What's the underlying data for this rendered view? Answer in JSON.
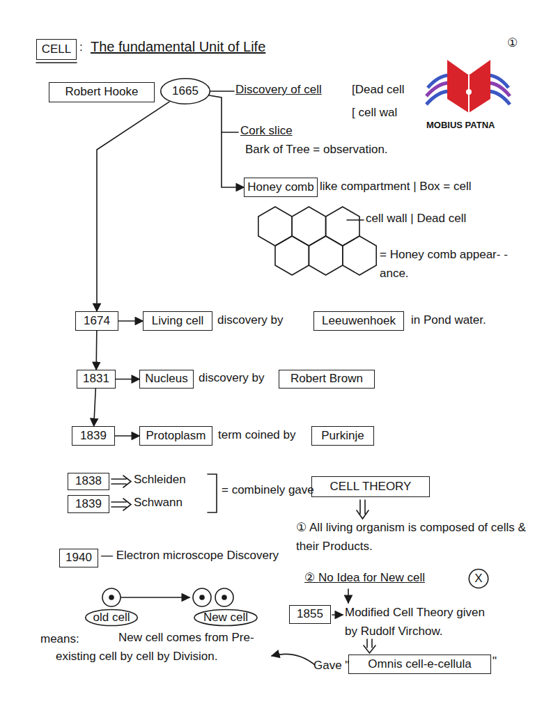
{
  "diagram": {
    "title": "The fundamental Unit of Life",
    "nodes": [
      {
        "text": [
          "CELL"
        ]
      },
      {
        "text": [
          "Robert Hooke"
        ]
      },
      {
        "text": [
          "1665"
        ]
      },
      {
        "text": [
          "Honey comb"
        ]
      },
      {
        "text": [
          "1674"
        ]
      },
      {
        "text": [
          "Living cell"
        ]
      },
      {
        "text": [
          "Leeuwenhoek"
        ]
      },
      {
        "text": [
          "1831"
        ]
      },
      {
        "text": [
          "Nucleus"
        ]
      },
      {
        "text": [
          "Robert Brown"
        ]
      },
      {
        "text": [
          "1839"
        ]
      },
      {
        "text": [
          "Protoplasm"
        ]
      },
      {
        "text": [
          "Purkinje"
        ]
      },
      {
        "text": [
          "1838"
        ]
      },
      {
        "text": [
          "1839"
        ]
      },
      {
        "text": [
          "CELL THEORY"
        ]
      },
      {
        "text": [
          "1940"
        ]
      },
      {
        "text": [
          "X"
        ]
      },
      {
        "text": [
          "1855"
        ]
      },
      {
        "text": [
          "old cell"
        ]
      },
      {
        "text": [
          "New cell"
        ]
      },
      {
        "text": [
          "Omnis cell-e-cellula"
        ]
      }
    ],
    "edges": [
      {
        "from": 2,
        "to": 3,
        "arrow": "to"
      },
      {
        "from": 2,
        "to": 4,
        "arrow": "to"
      },
      {
        "from": 4,
        "to": 5,
        "arrow": "to"
      },
      {
        "from": 4,
        "to": 7,
        "arrow": "to"
      },
      {
        "from": 7,
        "to": 8,
        "arrow": "to"
      },
      {
        "from": 7,
        "to": 10,
        "arrow": "to"
      },
      {
        "from": 10,
        "to": 11,
        "arrow": "to"
      }
    ],
    "labels": [
      ":",
      "①",
      "MOBIUS PATNA",
      "Discovery of cell",
      "[Dead cell",
      "[ cell wal",
      "Cork slice",
      "Bark of Tree = observation.",
      "like compartment | Box = cell",
      "cell wall | Dead cell",
      "= Honey comb appear- -ance.",
      "discovery by",
      "in Pond water.",
      "discovery by",
      "term coined by",
      "Schleiden",
      "Schwann",
      "= combinely gave",
      "① All living organism is composed of cells & their Products.",
      "— Electron microscope Discovery",
      "② No Idea for New cell",
      "Modified Cell Theory given by Rudolf Virchow.",
      "means:",
      "New cell comes from Pre-existing cell by cell by Division.",
      "Gave \"",
      "\""
    ]
  }
}
